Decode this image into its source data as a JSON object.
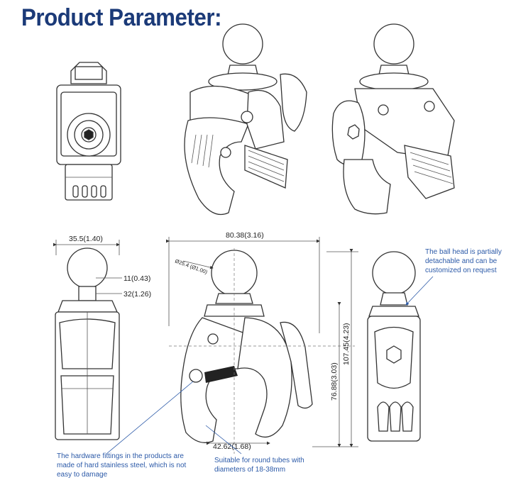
{
  "title": "Product Parameter:",
  "dimensions": {
    "width_ball": "35.5(1.40)",
    "neck": "11(0.43)",
    "base": "32(1.26)",
    "overall_width": "80.38(3.16)",
    "ball_diameter": "Ø25.4 (Ø1.00)",
    "overall_height": "107.45(4.23)",
    "center_height": "76.88(3.03)",
    "jaw_width": "42.62(1.68)"
  },
  "notes": {
    "ball_head": [
      "The ball head is partially",
      "detachable and can be",
      "customized on request"
    ],
    "hardware": [
      "The hardware fittings in the products are",
      "made of hard stainless steel, which is not",
      "easy to damage"
    ],
    "tubes": [
      "Suitable for round tubes with",
      "diameters of 18-38mm"
    ]
  },
  "colors": {
    "title": "#1b3a78",
    "notes": "#2c5aa8"
  }
}
